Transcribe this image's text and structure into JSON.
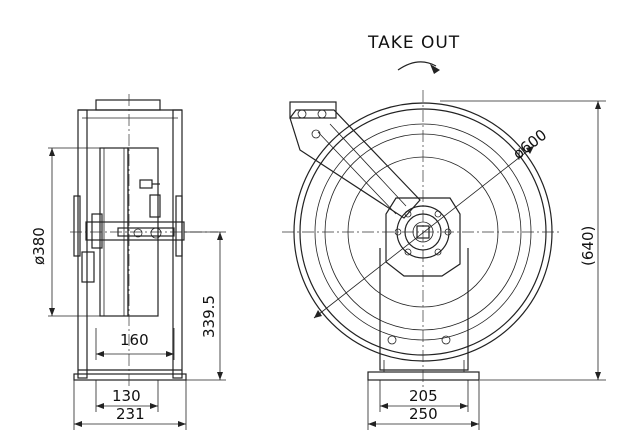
{
  "title": "TAKE OUT",
  "dimensions": {
    "side_diameter": "ø380",
    "side_height": "339.5",
    "side_inner_width": "160",
    "side_base_inner": "130",
    "side_base_outer": "231",
    "front_diameter": "ø600",
    "front_total_height": "(640)",
    "front_base_inner": "205",
    "front_base_outer": "250"
  }
}
